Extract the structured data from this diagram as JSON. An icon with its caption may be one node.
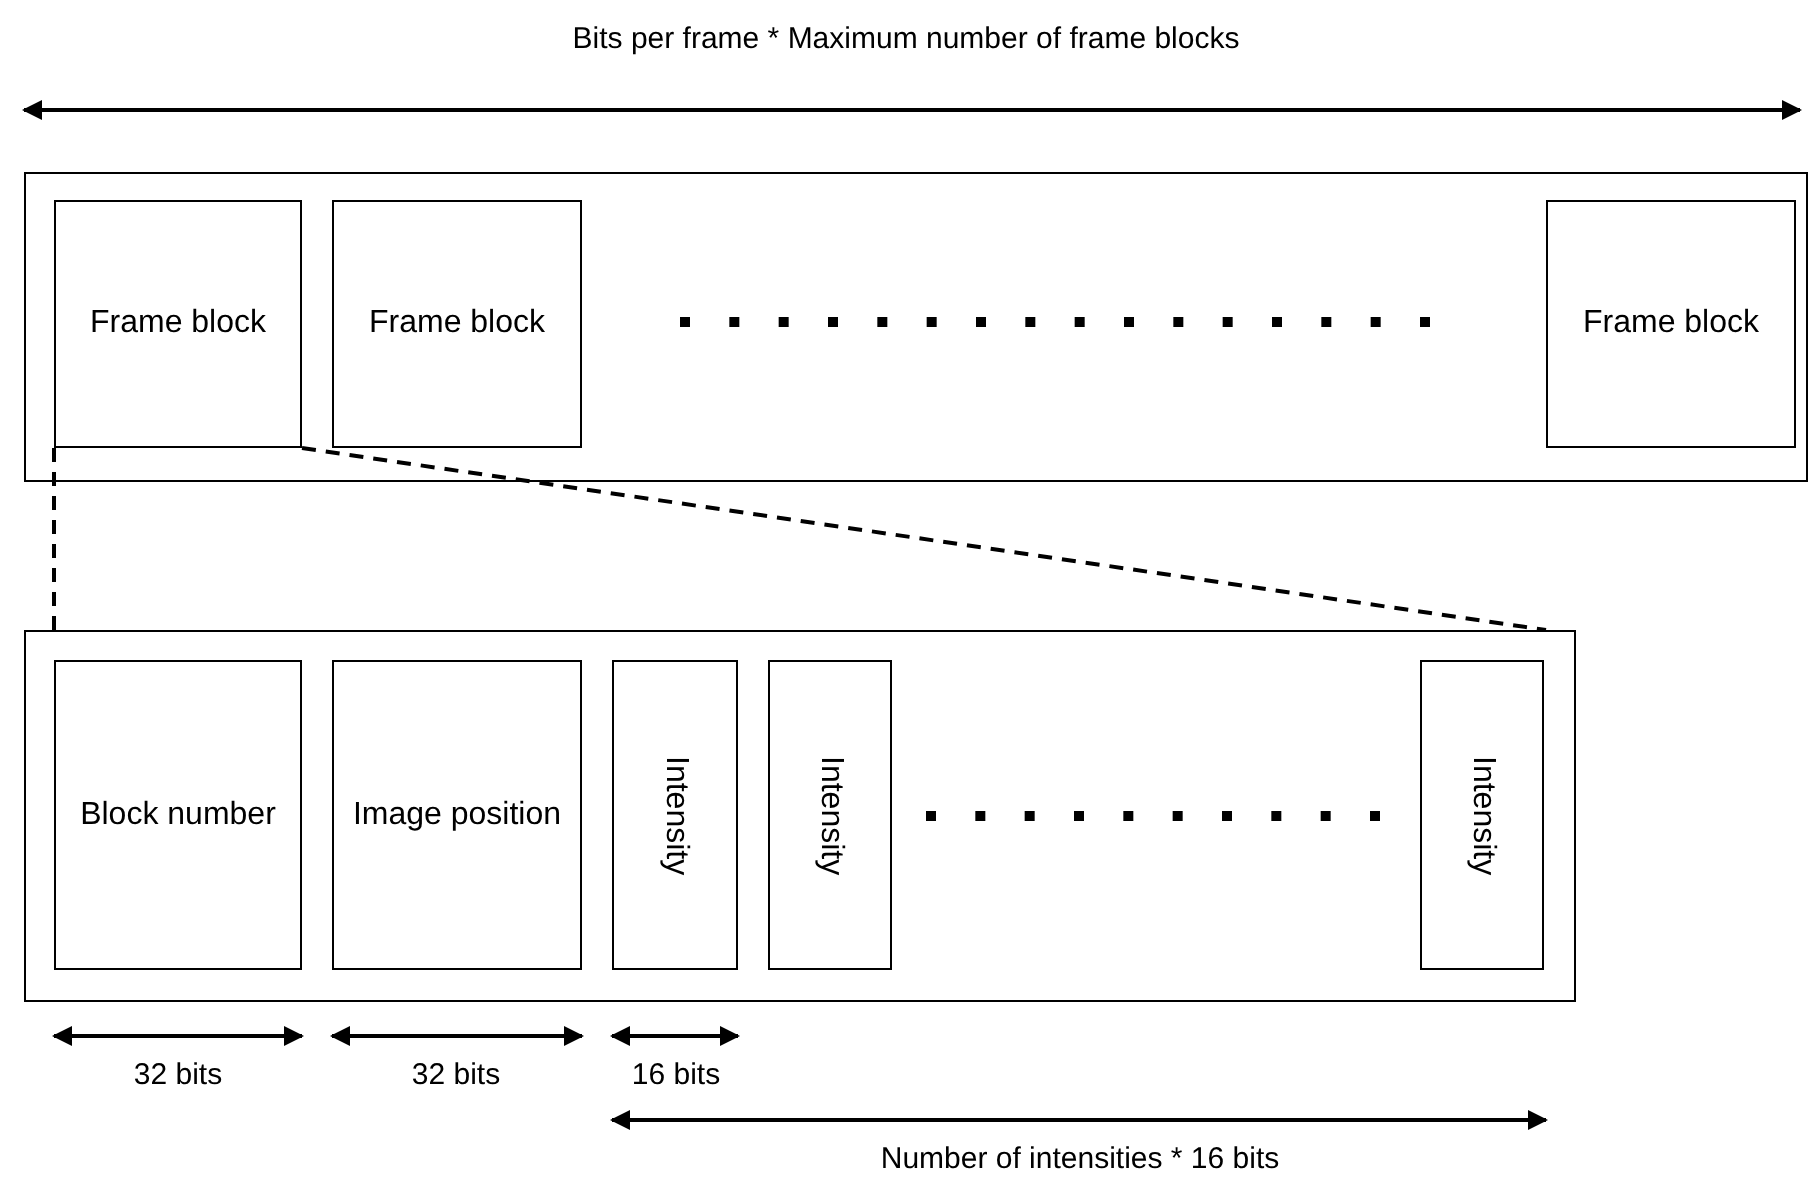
{
  "diagram": {
    "nodes": [
      {
        "text": [],
        "shape": "box"
      },
      {
        "text": [
          "Frame block"
        ],
        "in": 0
      },
      {
        "text": [
          "Frame block"
        ],
        "in": 0
      },
      {
        "text": [
          "Frame block"
        ],
        "in": 0
      },
      {
        "text": [],
        "shape": "box"
      },
      {
        "text": [
          "Block number"
        ],
        "in": 4
      },
      {
        "text": [
          "Image position"
        ],
        "in": 4
      },
      {
        "text": [
          "Intensity"
        ],
        "in": 4
      },
      {
        "text": [
          "Intensity"
        ],
        "in": 4
      },
      {
        "text": [
          "Intensity"
        ],
        "in": 4
      }
    ],
    "edges": [
      {
        "from": 1,
        "to": 4,
        "arrow": "none",
        "style": "dashed"
      },
      {
        "from": 1,
        "to": 4,
        "arrow": "none",
        "style": "dashed"
      }
    ],
    "labels": [
      "Bits per frame * Maximum number of frame blocks",
      "32 bits",
      "32 bits",
      "16 bits",
      "Number of intensities * 16 bits"
    ]
  }
}
